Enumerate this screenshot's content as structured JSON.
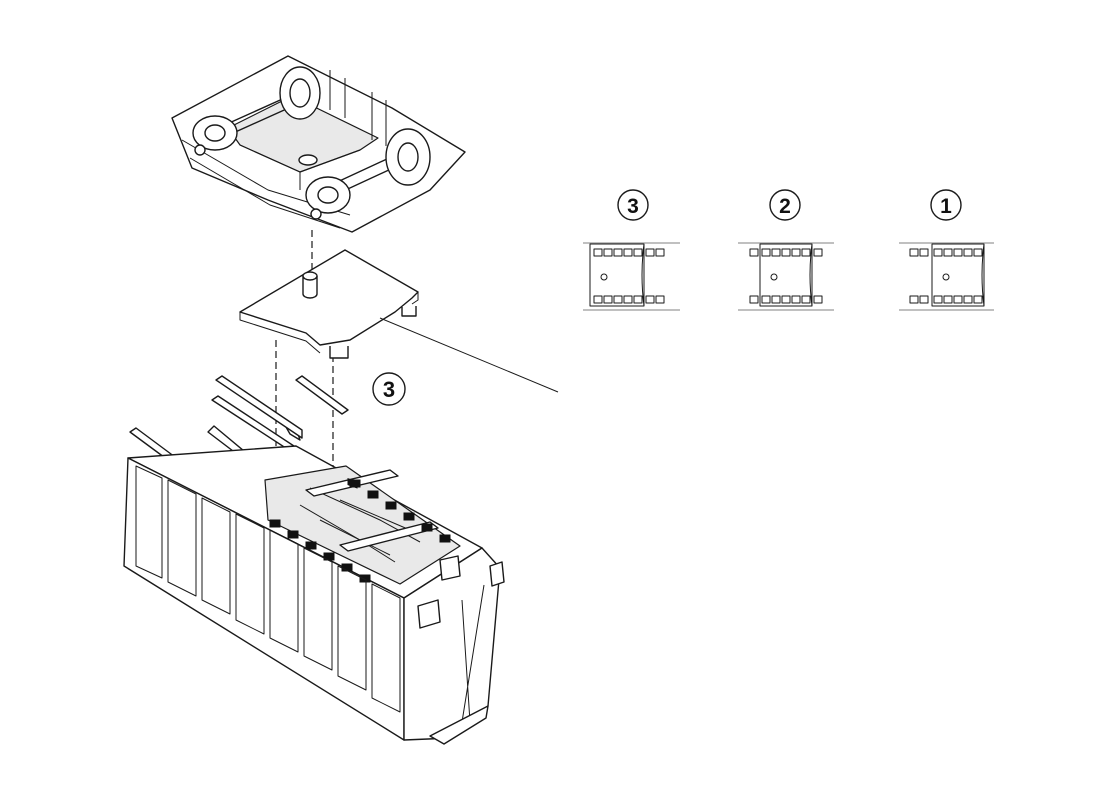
{
  "callouts": {
    "main_step": "3",
    "steps": [
      "3",
      "2",
      "1"
    ]
  },
  "colors": {
    "line": "#1a1a1a",
    "rail": "#9a9a9a",
    "background": "#ffffff"
  }
}
